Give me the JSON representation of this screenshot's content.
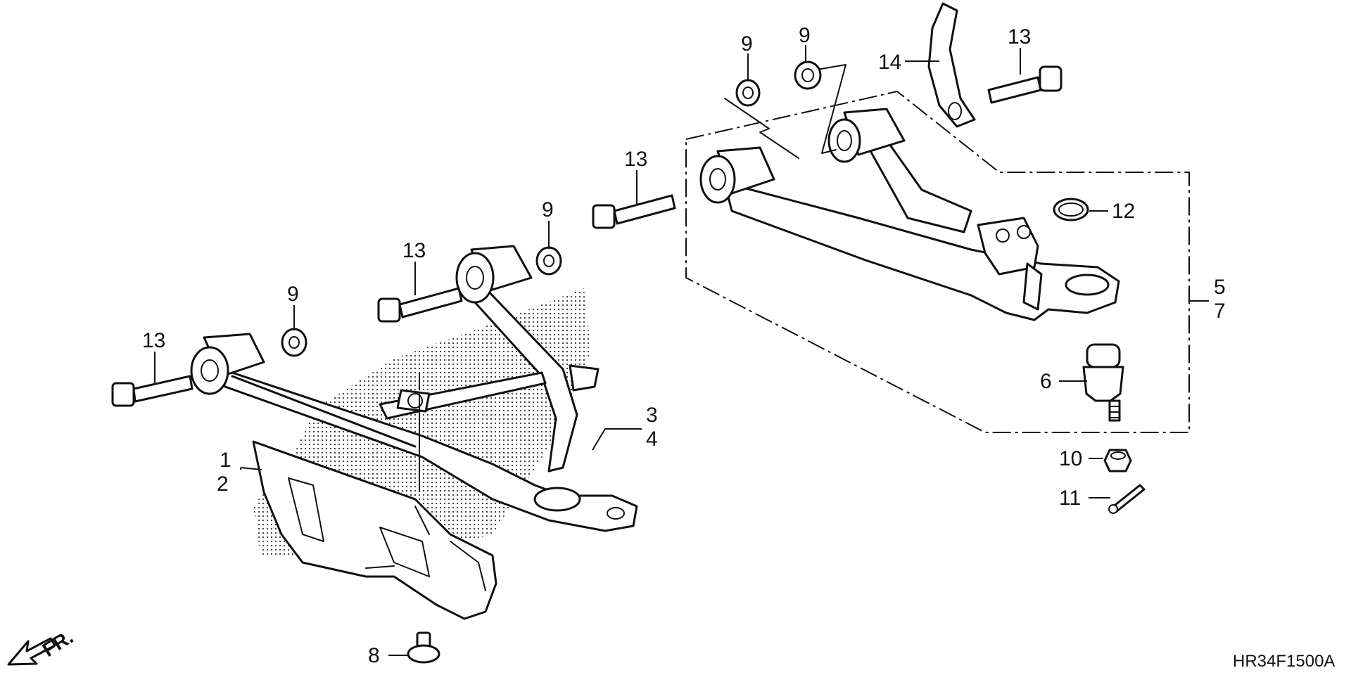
{
  "diagram": {
    "code": "HR34F1500A",
    "front_label": "FR.",
    "callouts": {
      "c1": "1",
      "c2": "2",
      "c3": "3",
      "c4": "4",
      "c5": "5",
      "c6": "6",
      "c7": "7",
      "c8": "8",
      "c9a": "9",
      "c9b": "9",
      "c9c": "9",
      "c9d": "9",
      "c10": "10",
      "c11": "11",
      "c12": "12",
      "c13a": "13",
      "c13b": "13",
      "c13c": "13",
      "c13d": "13",
      "c14": "14"
    }
  }
}
